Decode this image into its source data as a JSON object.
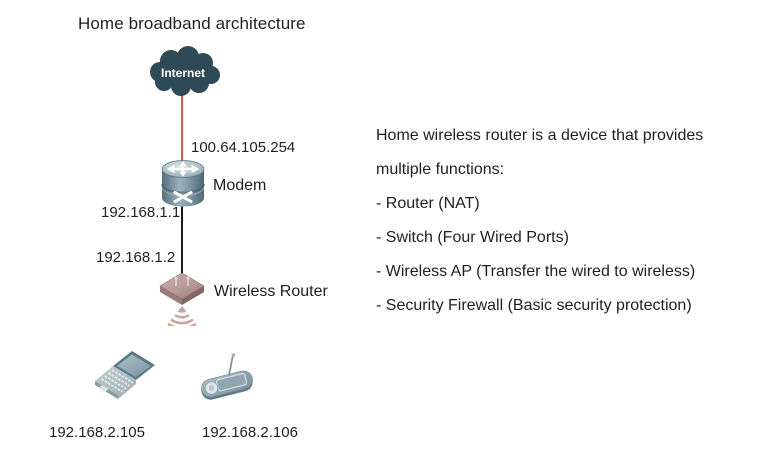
{
  "title": "Home broadband architecture",
  "colors": {
    "cloud": "#2d4a56",
    "wan_link": "#e05247",
    "lan_link": "#1a1a1a",
    "text": "#1f1f1f"
  },
  "diagram": {
    "internet_label": "Internet",
    "modem_wan_ip": "100.64.105.254",
    "modem_label": "Modem",
    "modem_lan_ip": "192.168.1.1",
    "router_ip": "192.168.1.2",
    "router_label": "Wireless Router",
    "laptop_ip": "192.168.2.105",
    "pda_ip": "192.168.2.106"
  },
  "description": {
    "lines": [
      "Home wireless router is a device that provides",
      "multiple functions:",
      "- Router (NAT)",
      "- Switch (Four Wired Ports)",
      "- Wireless AP (Transfer the wired to wireless)",
      "- Security Firewall (Basic security protection)"
    ]
  }
}
